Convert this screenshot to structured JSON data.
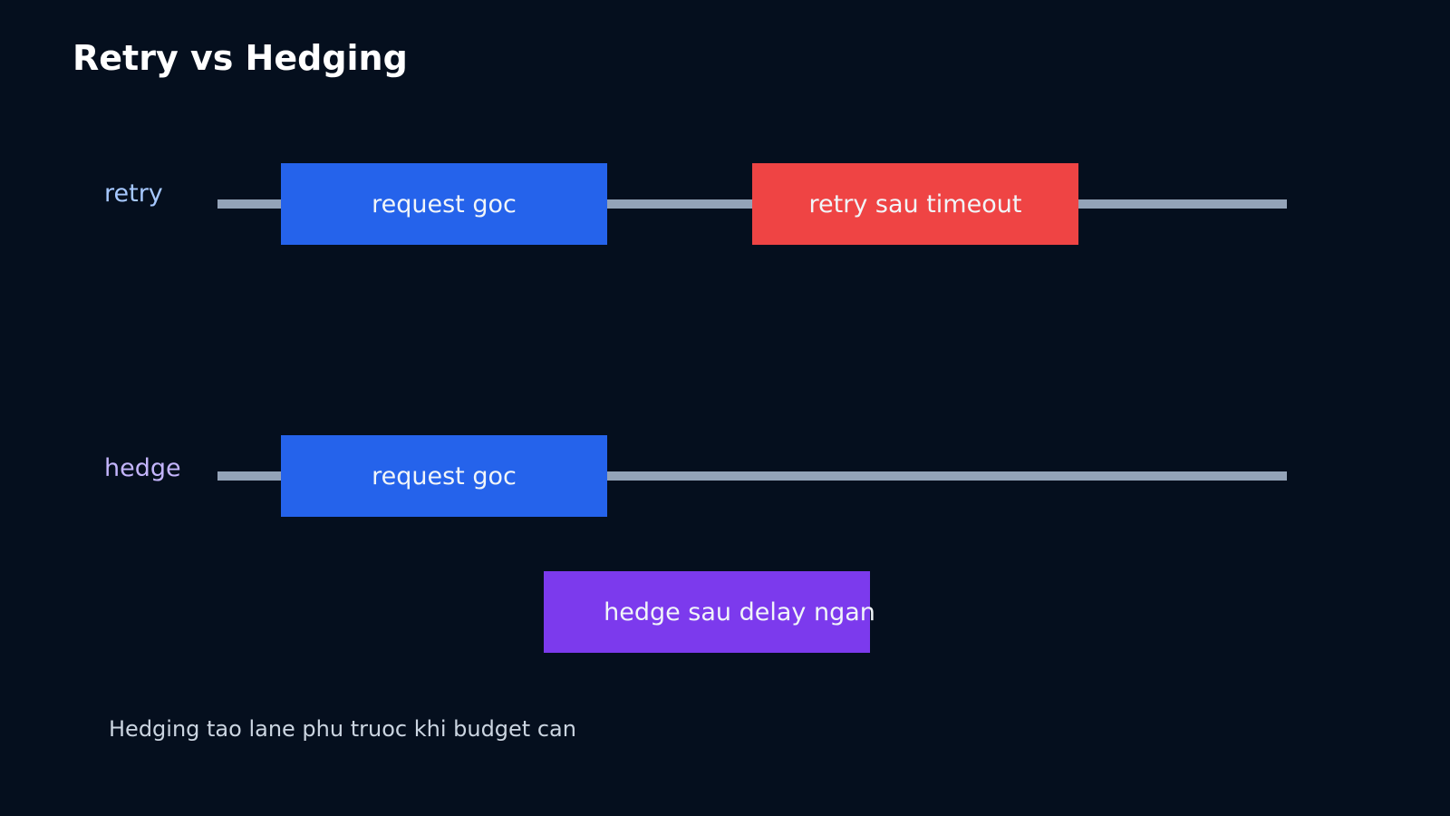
{
  "title": "Retry vs Hedging",
  "lanes": {
    "retry": {
      "label": "retry",
      "blocks": [
        "request goc",
        "retry sau timeout"
      ]
    },
    "hedge": {
      "label": "hedge",
      "blocks": [
        "request goc",
        "hedge sau delay ngan"
      ]
    }
  },
  "note": "Hedging tao lane phu truoc khi budget can",
  "colors": {
    "background": "#050f1e",
    "track": "#94a3b8",
    "original_request": "#2563eb",
    "retry_block": "#ef4444",
    "hedge_block": "#7c3aed",
    "retry_label": "#a6c8ff",
    "hedge_label": "#c4b5fd"
  }
}
